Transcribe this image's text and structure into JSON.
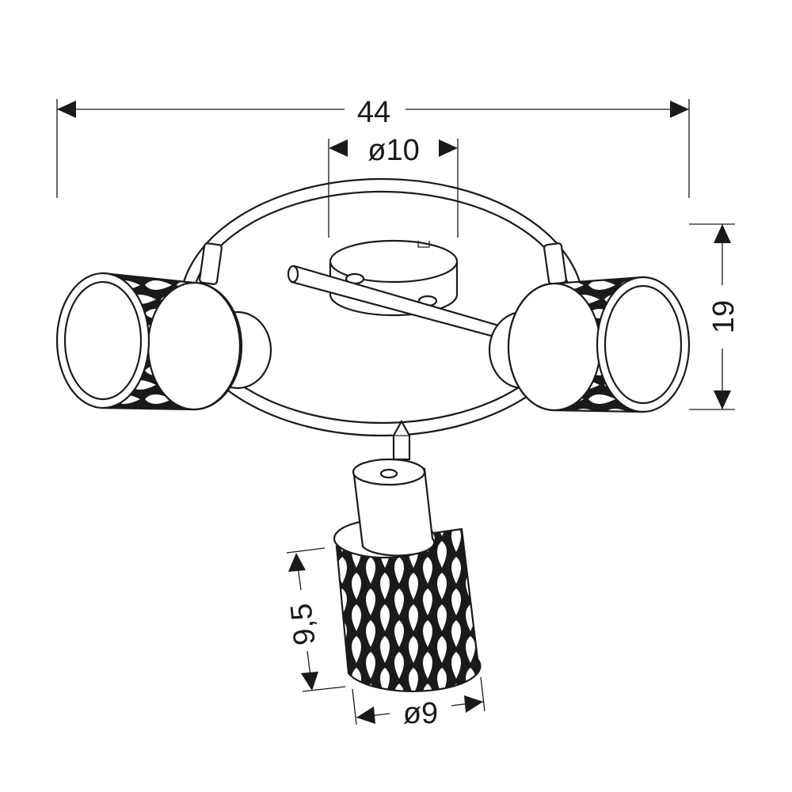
{
  "title": "Ceiling spotlight with three shades - dimension drawing",
  "unit_note": "",
  "dimensions": {
    "overall_width": "44",
    "canopy_diameter": "ø10",
    "overall_height": "19",
    "shade_height": "9,5",
    "shade_diameter": "ø9"
  },
  "colors": {
    "line": "#1a1a1a",
    "background": "#ffffff"
  }
}
